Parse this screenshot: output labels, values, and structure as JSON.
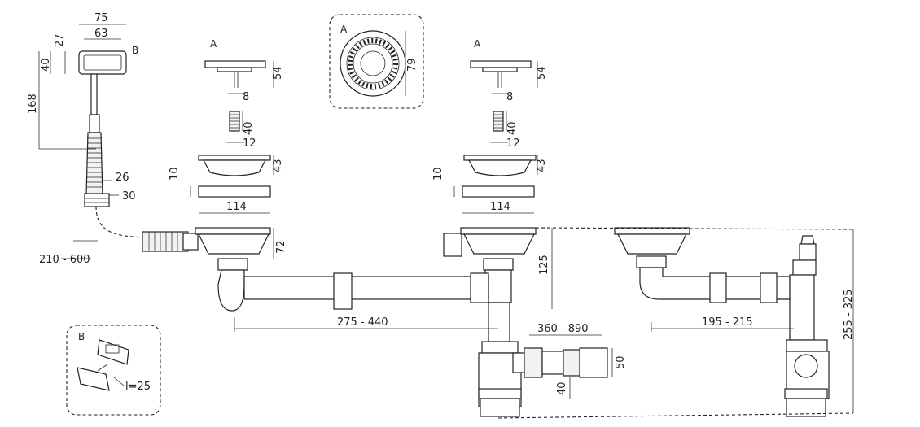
{
  "dimensions": {
    "overflow_width": "75",
    "overflow_inner_width": "63",
    "overflow_depth": "27",
    "overflow_height": "40",
    "overflow_total_height": "168",
    "hose_diameter": "26",
    "hose_connector": "30",
    "hose_length": "210 - 600",
    "plug_height": "54",
    "plug_stem": "8",
    "screw_length": "40",
    "screw_diameter": "12",
    "strainer_height": "43",
    "gasket_thickness": "10",
    "flange_diameter": "114",
    "bowl_body_height": "72",
    "trap_height": "125",
    "pipe_span": "275 - 440",
    "waste_pipe_length": "360 - 890",
    "waste_outlet_diameter": "50",
    "waste_outlet_small": "40",
    "single_pipe_span": "195 - 215",
    "total_height": "255 - 325",
    "grate_diameter": "79",
    "screw_detail": "l=25"
  },
  "labels": {
    "part_a": "A",
    "part_b": "B"
  }
}
